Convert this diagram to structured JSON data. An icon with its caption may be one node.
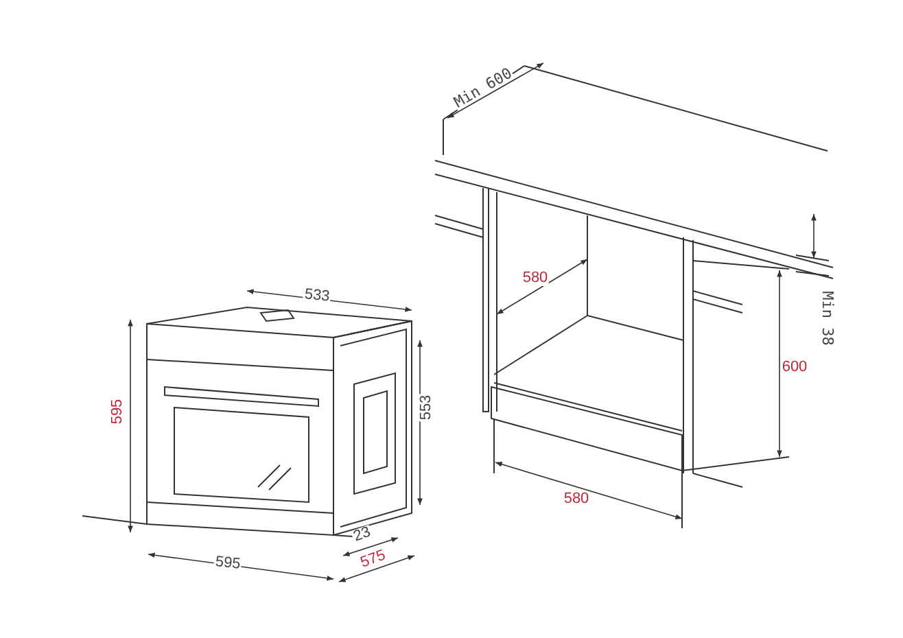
{
  "diagram": {
    "labels": [
      "Min 600",
      "533",
      "580",
      "Min 38",
      "595",
      "553",
      "600",
      "595",
      "23",
      "575",
      "580"
    ]
  }
}
